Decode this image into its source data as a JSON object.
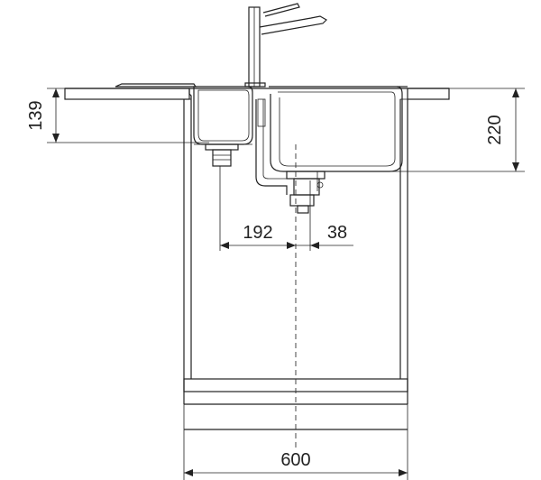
{
  "dimensions": {
    "cabinet_width": "600",
    "small_bowl_depth": "139",
    "large_bowl_depth": "220",
    "drain_spacing": "192",
    "drain_offset": "38"
  },
  "colors": {
    "line": "#222222",
    "background": "#ffffff"
  }
}
